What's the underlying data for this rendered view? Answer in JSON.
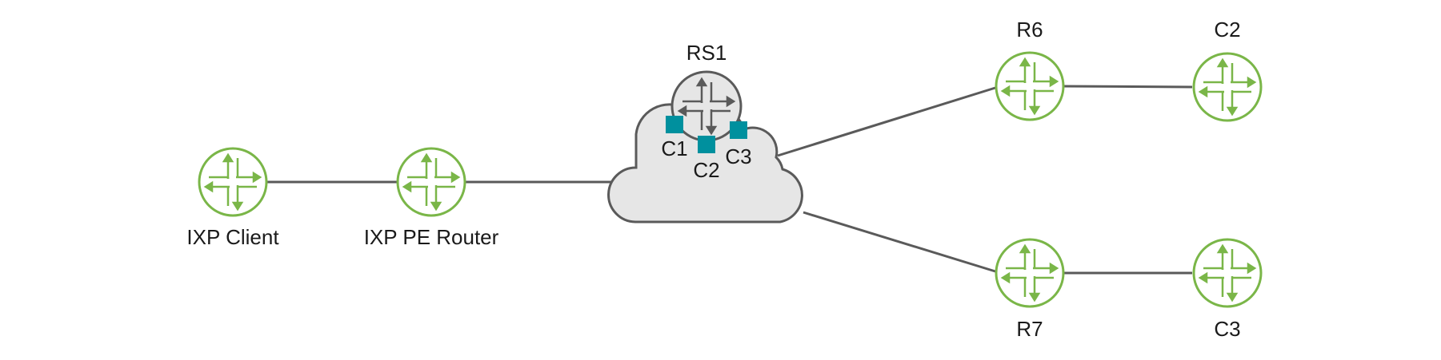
{
  "nodes": {
    "ixp_client": {
      "label": "IXP Client",
      "icon": "router-icon",
      "color": "#7ab648"
    },
    "ixp_pe_router": {
      "label": "IXP PE Router",
      "icon": "router-icon",
      "color": "#7ab648"
    },
    "rs1": {
      "label": "RS1",
      "icon": "route-server-icon",
      "color": "#5a5a5a"
    },
    "r6": {
      "label": "R6",
      "icon": "router-icon",
      "color": "#7ab648"
    },
    "r7": {
      "label": "R7",
      "icon": "router-icon",
      "color": "#7ab648"
    },
    "c2_far": {
      "label": "C2",
      "icon": "router-icon",
      "color": "#7ab648"
    },
    "c3_far": {
      "label": "C3",
      "icon": "router-icon",
      "color": "#7ab648"
    }
  },
  "ports": [
    {
      "label": "C1",
      "color": "#00909e"
    },
    {
      "label": "C2",
      "color": "#00909e"
    },
    {
      "label": "C3",
      "color": "#00909e"
    }
  ],
  "cloud": {
    "name": "ixp-cloud",
    "fill": "#e6e6e6",
    "stroke": "#5a5a5a"
  }
}
